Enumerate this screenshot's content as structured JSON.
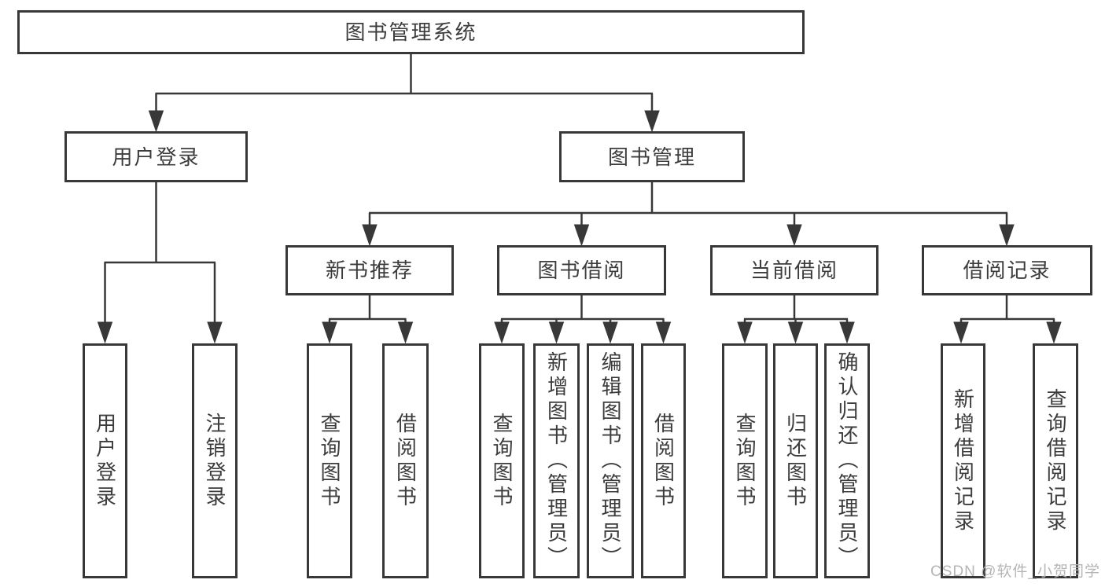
{
  "diagram": {
    "root": {
      "label": "图书管理系统"
    },
    "children": [
      {
        "label": "用户登录",
        "children": [
          {
            "label": "用户登录"
          },
          {
            "label": "注销登录"
          }
        ]
      },
      {
        "label": "图书管理",
        "children": [
          {
            "label": "新书推荐",
            "children": [
              {
                "label": "查询图书"
              },
              {
                "label": "借阅图书"
              }
            ]
          },
          {
            "label": "图书借阅",
            "children": [
              {
                "label": "查询图书"
              },
              {
                "label": "新增图书（管理员）"
              },
              {
                "label": "编辑图书（管理员）"
              },
              {
                "label": "借阅图书"
              }
            ]
          },
          {
            "label": "当前借阅",
            "children": [
              {
                "label": "查询图书"
              },
              {
                "label": "归还图书"
              },
              {
                "label": "确认归还（管理员）"
              }
            ]
          },
          {
            "label": "借阅记录",
            "children": [
              {
                "label": "新增借阅记录"
              },
              {
                "label": "查询借阅记录"
              }
            ]
          }
        ]
      }
    ]
  },
  "watermark": {
    "text": "CSDN @软件_小贺同学"
  },
  "colors": {
    "line": "#383838",
    "text": "#3c3c3c",
    "watermark": "#b5b5b5",
    "background": "#ffffff"
  }
}
